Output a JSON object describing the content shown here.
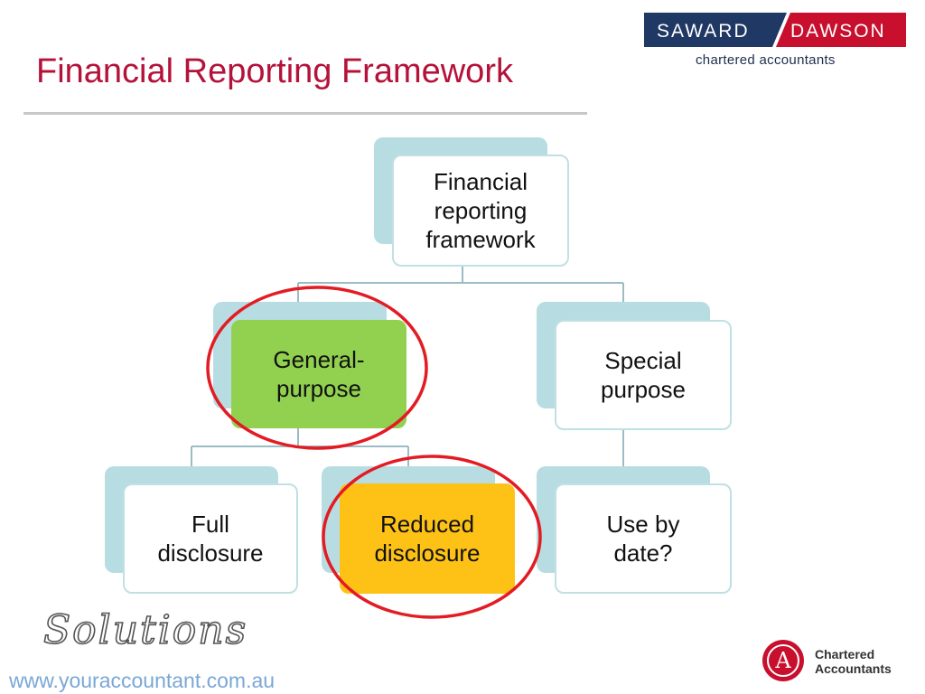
{
  "slide": {
    "title": "Financial Reporting Framework",
    "footer_brand": "Solutions",
    "website": "www.youraccountant.com.au"
  },
  "logo": {
    "left_word": "SAWARD",
    "right_word": "DAWSON",
    "tagline": "chartered accountants",
    "colors": {
      "navy": "#1f3864",
      "red": "#c8102e"
    }
  },
  "ca_logo": {
    "seal_letter": "A",
    "label": "Chartered\nAccountants",
    "color": "#c8102e"
  },
  "diagram": {
    "nodes": [
      {
        "id": "root",
        "label": "Financial\nreporting\nframework",
        "highlighted": false
      },
      {
        "id": "general",
        "label": "General-\npurpose",
        "highlighted": true,
        "fill": "#92d050"
      },
      {
        "id": "special",
        "label": "Special\npurpose",
        "highlighted": false
      },
      {
        "id": "full",
        "label": "Full\ndisclosure",
        "highlighted": false
      },
      {
        "id": "reduced",
        "label": "Reduced\ndisclosure",
        "highlighted": true,
        "fill": "#fec217"
      },
      {
        "id": "usebydate",
        "label": "Use by\ndate?",
        "highlighted": false
      }
    ],
    "edges": [
      [
        "root",
        "general"
      ],
      [
        "root",
        "special"
      ],
      [
        "general",
        "full"
      ],
      [
        "general",
        "reduced"
      ],
      [
        "special",
        "usebydate"
      ]
    ],
    "colors": {
      "back_card": "#b7dde2",
      "connector": "#9bbcc4",
      "circle": "#e31b23"
    }
  }
}
